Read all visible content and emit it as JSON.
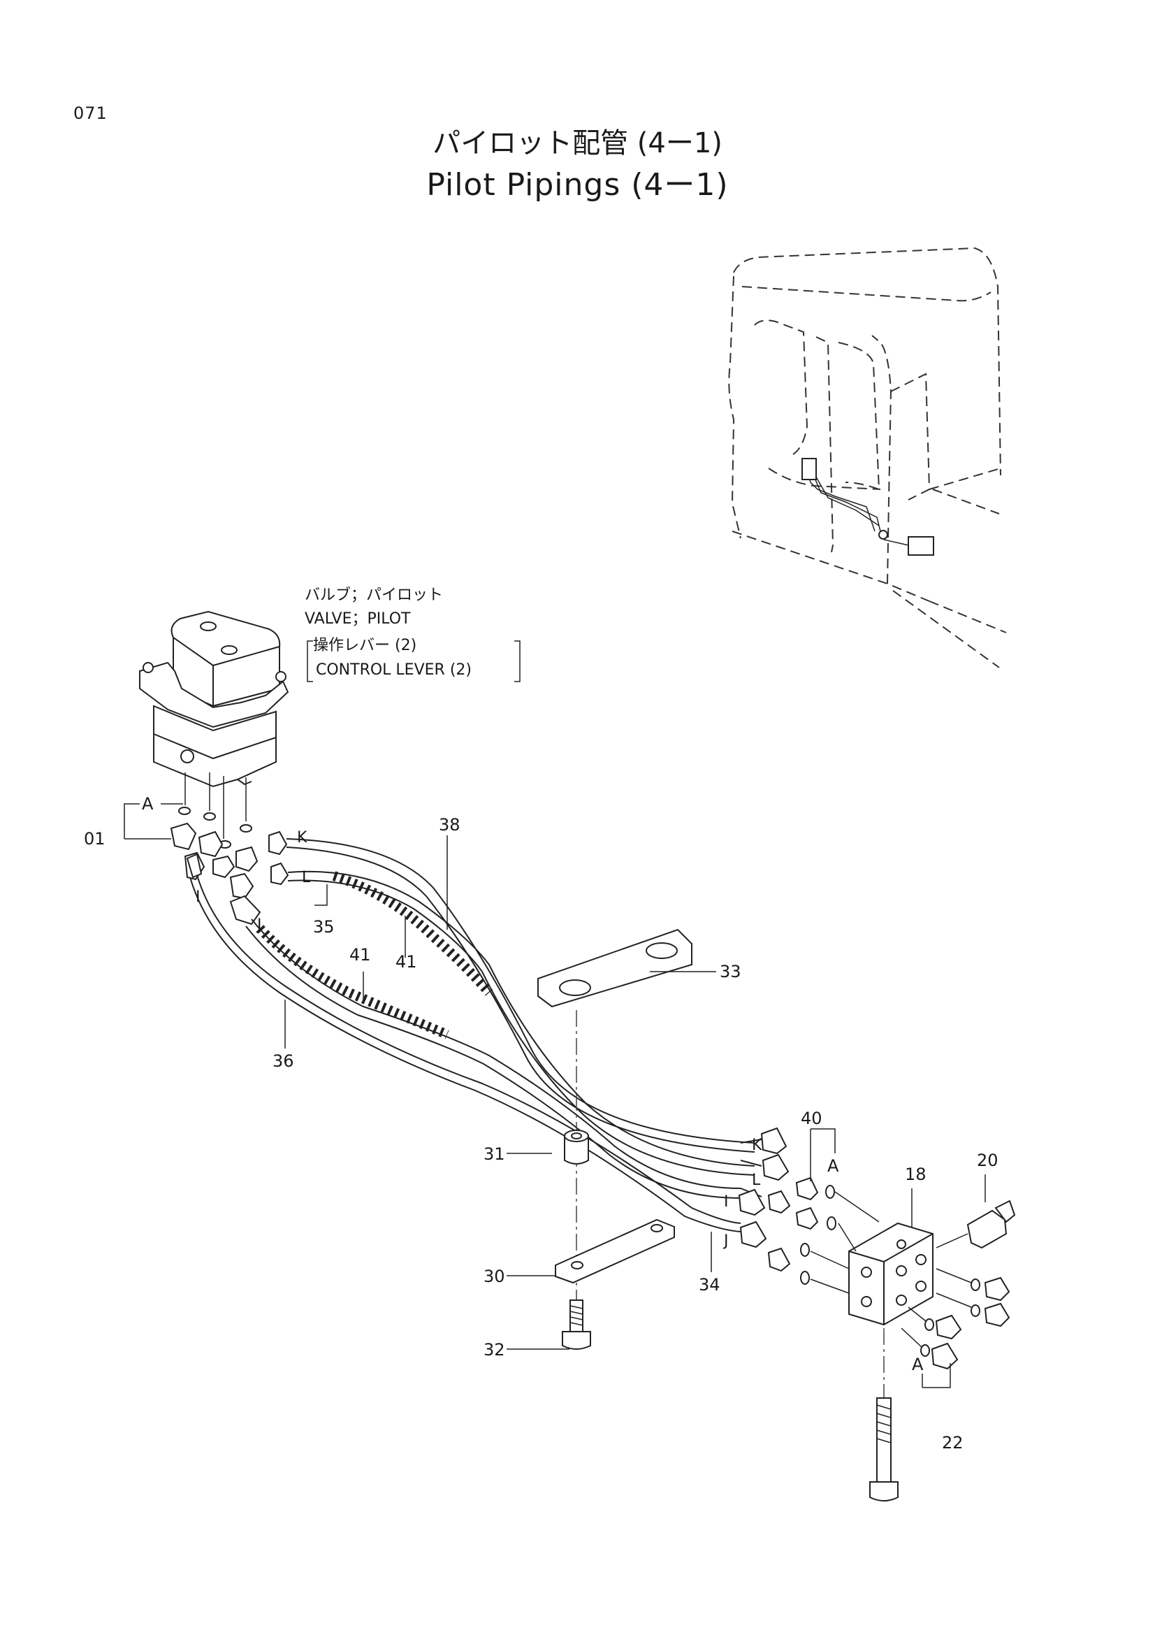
{
  "page_number": "071",
  "title_jp": "パイロット配管 (4ー1)",
  "title_en": "Pilot Pipings (4ー1)",
  "note": {
    "line1": "バルブ；パイロット",
    "line2": "VALVE；PILOT",
    "line3": "操作レバー (2)",
    "line4": "CONTROL LEVER (2)"
  },
  "part_labels": {
    "p01": "01",
    "p18": "18",
    "p20": "20",
    "p22": "22",
    "p30": "30",
    "p31": "31",
    "p32": "32",
    "p33": "33",
    "p34": "34",
    "p35": "35",
    "p36": "36",
    "p38": "38",
    "p40": "40",
    "p41a": "41",
    "p41b": "41"
  },
  "port_labels": {
    "a_top": "A",
    "a_mid": "A",
    "a_low": "A",
    "k_top": "K",
    "l_top": "L",
    "j_top": "J",
    "i_top": "I",
    "k_bot": "K",
    "l_bot": "L",
    "i_bot": "I",
    "j_bot": "J"
  }
}
